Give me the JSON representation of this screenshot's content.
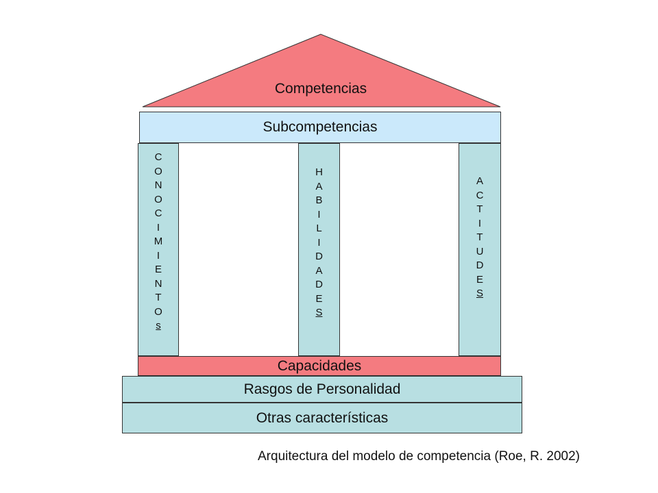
{
  "roof": {
    "label": "Competencias",
    "color": "#f47b80"
  },
  "architrave": {
    "label": "Subcompetencias",
    "color": "#cbe9fb"
  },
  "pillars": [
    {
      "word": "CONOCIMIENTOs"
    },
    {
      "word": "HABILIDADES"
    },
    {
      "word": "ACTITUDES"
    }
  ],
  "pillar_color": "#b8dfe2",
  "stylobate": {
    "label": "Capacidades",
    "color": "#f47b80"
  },
  "step1": {
    "label": "Rasgos de Personalidad",
    "color": "#b8dfe2"
  },
  "step2": {
    "label": "Otras características",
    "color": "#b8dfe2"
  },
  "caption": "Arquitectura del modelo de competencia (Roe, R. 2002)"
}
